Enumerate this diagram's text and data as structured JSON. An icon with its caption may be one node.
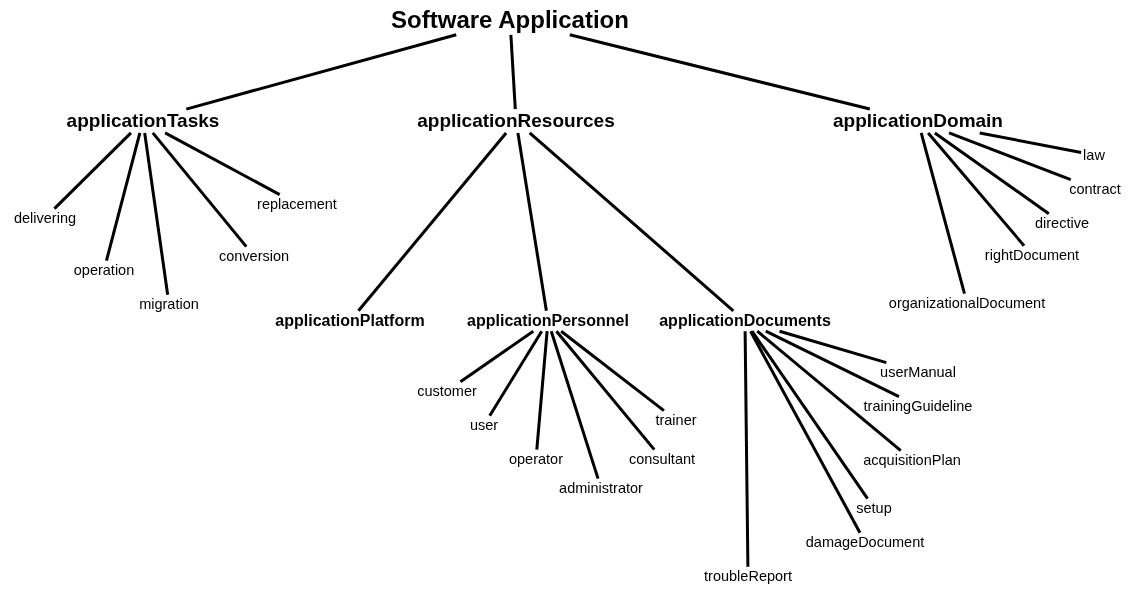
{
  "diagram": {
    "nodes": [
      {
        "text": [
          "Software Application"
        ]
      },
      {
        "text": [
          "applicationTasks"
        ]
      },
      {
        "text": [
          "applicationResources"
        ]
      },
      {
        "text": [
          "applicationDomain"
        ]
      },
      {
        "text": [
          "delivering"
        ]
      },
      {
        "text": [
          "operation"
        ]
      },
      {
        "text": [
          "migration"
        ]
      },
      {
        "text": [
          "conversion"
        ]
      },
      {
        "text": [
          "replacement"
        ]
      },
      {
        "text": [
          "applicationPlatform"
        ]
      },
      {
        "text": [
          "applicationPersonnel"
        ]
      },
      {
        "text": [
          "applicationDocuments"
        ]
      },
      {
        "text": [
          "organizationalDocument"
        ]
      },
      {
        "text": [
          "rightDocument"
        ]
      },
      {
        "text": [
          "directive"
        ]
      },
      {
        "text": [
          "contract"
        ]
      },
      {
        "text": [
          "law"
        ]
      },
      {
        "text": [
          "customer"
        ]
      },
      {
        "text": [
          "user"
        ]
      },
      {
        "text": [
          "operator"
        ]
      },
      {
        "text": [
          "administrator"
        ]
      },
      {
        "text": [
          "consultant"
        ]
      },
      {
        "text": [
          "trainer"
        ]
      },
      {
        "text": [
          "troubleReport"
        ]
      },
      {
        "text": [
          "damageDocument"
        ]
      },
      {
        "text": [
          "setup"
        ]
      },
      {
        "text": [
          "acquisitionPlan"
        ]
      },
      {
        "text": [
          "trainingGuideline"
        ]
      },
      {
        "text": [
          "userManual"
        ]
      }
    ],
    "edges": [
      {
        "from": 0,
        "to": 1,
        "arrow": "none"
      },
      {
        "from": 0,
        "to": 2,
        "arrow": "none"
      },
      {
        "from": 0,
        "to": 3,
        "arrow": "none"
      },
      {
        "from": 1,
        "to": 4,
        "arrow": "none"
      },
      {
        "from": 1,
        "to": 5,
        "arrow": "none"
      },
      {
        "from": 1,
        "to": 6,
        "arrow": "none"
      },
      {
        "from": 1,
        "to": 7,
        "arrow": "none"
      },
      {
        "from": 1,
        "to": 8,
        "arrow": "none"
      },
      {
        "from": 2,
        "to": 9,
        "arrow": "none"
      },
      {
        "from": 2,
        "to": 10,
        "arrow": "none"
      },
      {
        "from": 2,
        "to": 11,
        "arrow": "none"
      },
      {
        "from": 3,
        "to": 12,
        "arrow": "none"
      },
      {
        "from": 3,
        "to": 13,
        "arrow": "none"
      },
      {
        "from": 3,
        "to": 14,
        "arrow": "none"
      },
      {
        "from": 3,
        "to": 15,
        "arrow": "none"
      },
      {
        "from": 3,
        "to": 16,
        "arrow": "none"
      },
      {
        "from": 10,
        "to": 17,
        "arrow": "none"
      },
      {
        "from": 10,
        "to": 18,
        "arrow": "none"
      },
      {
        "from": 10,
        "to": 19,
        "arrow": "none"
      },
      {
        "from": 10,
        "to": 20,
        "arrow": "none"
      },
      {
        "from": 10,
        "to": 21,
        "arrow": "none"
      },
      {
        "from": 10,
        "to": 22,
        "arrow": "none"
      },
      {
        "from": 11,
        "to": 23,
        "arrow": "none"
      },
      {
        "from": 11,
        "to": 24,
        "arrow": "none"
      },
      {
        "from": 11,
        "to": 25,
        "arrow": "none"
      },
      {
        "from": 11,
        "to": 26,
        "arrow": "none"
      },
      {
        "from": 11,
        "to": 27,
        "arrow": "none"
      },
      {
        "from": 11,
        "to": 28,
        "arrow": "none"
      }
    ]
  }
}
